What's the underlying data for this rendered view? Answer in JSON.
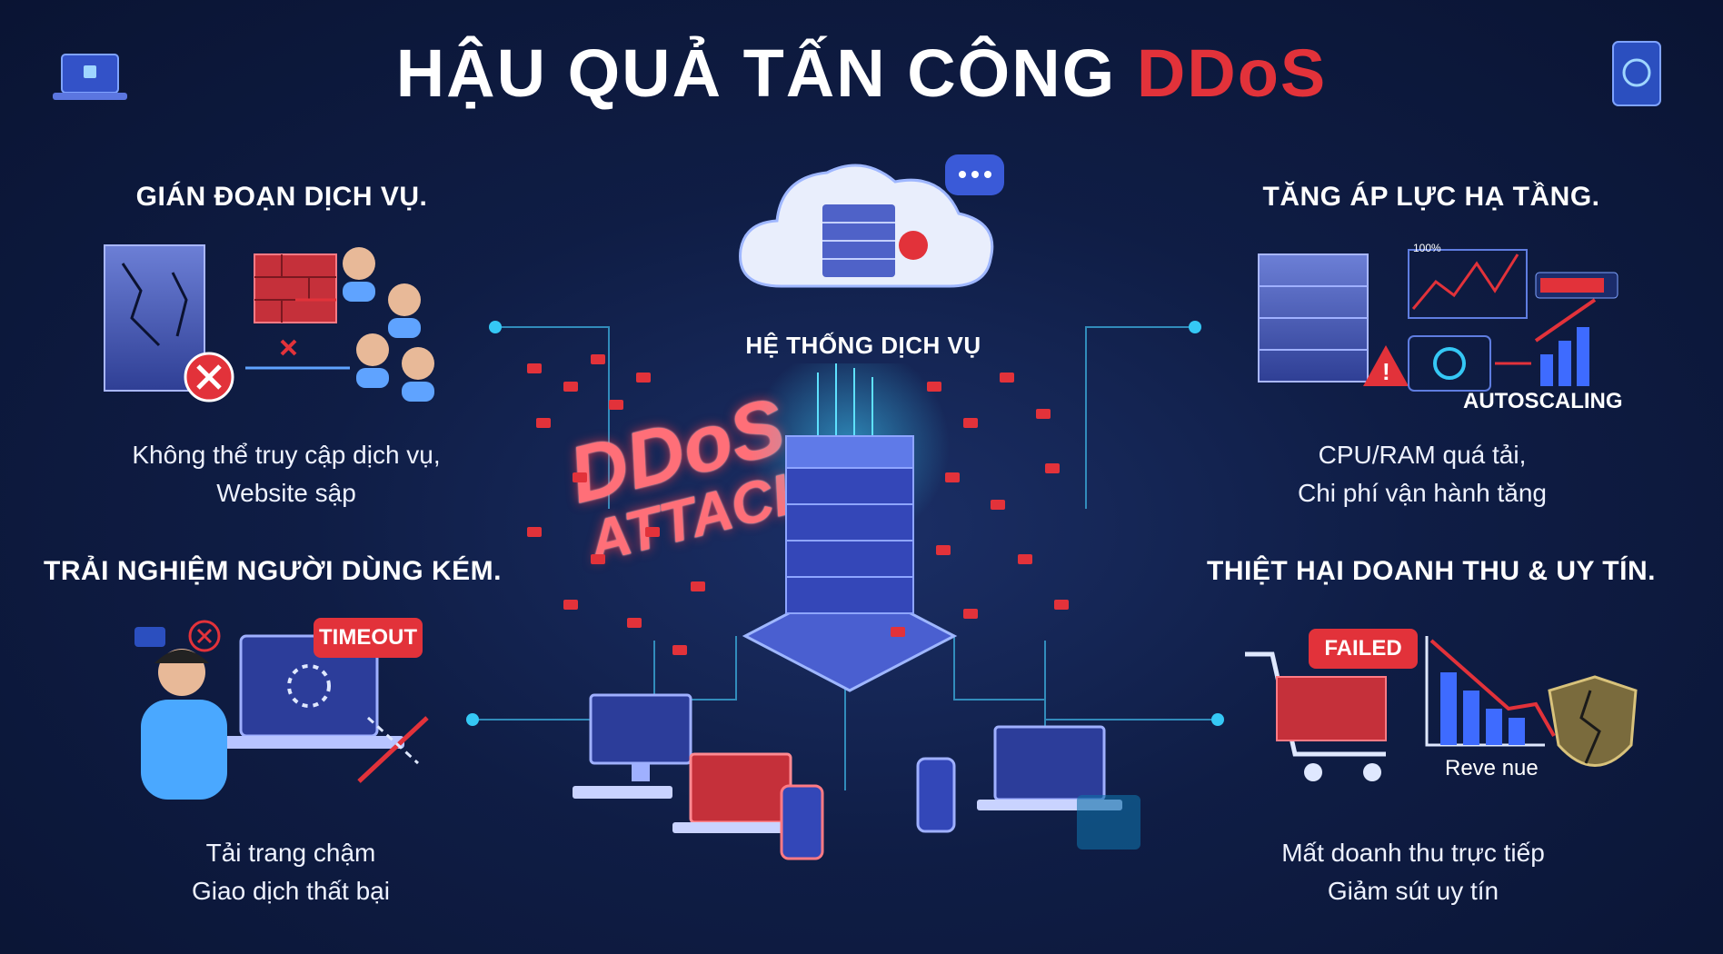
{
  "title": {
    "part1": "HẬU QUẢ TẤN CÔNG",
    "part2": "DDoS"
  },
  "center": {
    "label": "HỆ THỐNG DỊCH VỤ",
    "attack_line1": "DDoS",
    "attack_line2": "ATTACK"
  },
  "sections": {
    "top_left": {
      "title": "GIÁN ĐOẠN DỊCH VỤ.",
      "desc1": "Không thể truy cập dịch vụ,",
      "desc2": "Website sập"
    },
    "top_right": {
      "title": "TĂNG ÁP LỰC HẠ TẦNG.",
      "desc1": "CPU/RAM quá tải,",
      "desc2": "Chi phí vận hành tăng",
      "chart_label": "100%",
      "autoscaling": "AUTOSCALING"
    },
    "bottom_left": {
      "title": "TRẢI NGHIỆM NGƯỜI DÙNG KÉM.",
      "desc1": "Tải trang chậm",
      "desc2": "Giao dịch thất bại",
      "badge": "TIMEOUT"
    },
    "bottom_right": {
      "title": "THIỆT HẠI DOANH THU & UY TÍN.",
      "desc1": "Mất doanh thu trực tiếp",
      "desc2": "Giảm sút uy tín",
      "badge": "FAILED",
      "revenue_label": "Reve nue"
    }
  },
  "colors": {
    "accent": "#e2323a",
    "cyan": "#35c8f5",
    "bg": "#0f1d45"
  }
}
